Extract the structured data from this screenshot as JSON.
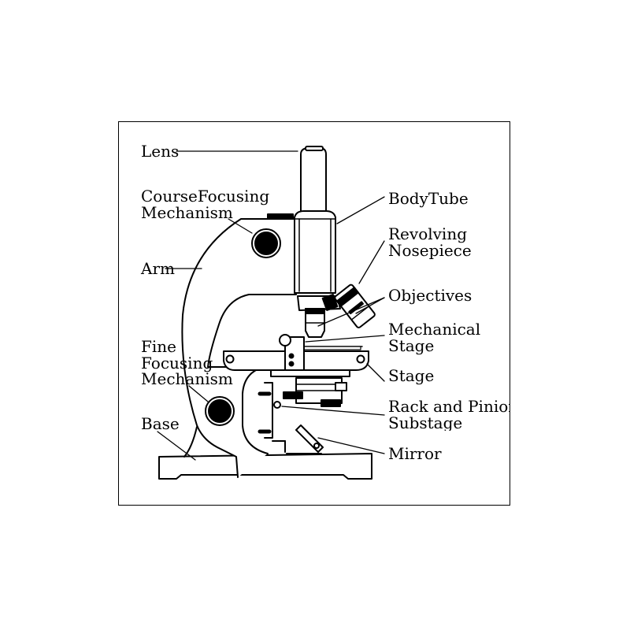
{
  "diagram": {
    "title": "",
    "labels": {
      "lens": "Lens",
      "course_focus_line1": "CourseFocusing",
      "course_focus_line2": "Mechanism",
      "arm": "Arm",
      "fine_focus_line1": "Fine",
      "fine_focus_line2": "Focusing",
      "fine_focus_line3": "Mechanism",
      "base": "Base",
      "body_tube": "BodyTube",
      "revolving_line1": "Revolving",
      "revolving_line2": "Nosepiece",
      "objectives": "Objectives",
      "mech_stage_line1": "Mechanical",
      "mech_stage_line2": "Stage",
      "stage": "Stage",
      "rack_line1": "Rack and Pinion",
      "rack_line2": "Substage",
      "mirror": "Mirror"
    },
    "colors": {
      "ink": "#000000",
      "paper": "#ffffff"
    }
  }
}
